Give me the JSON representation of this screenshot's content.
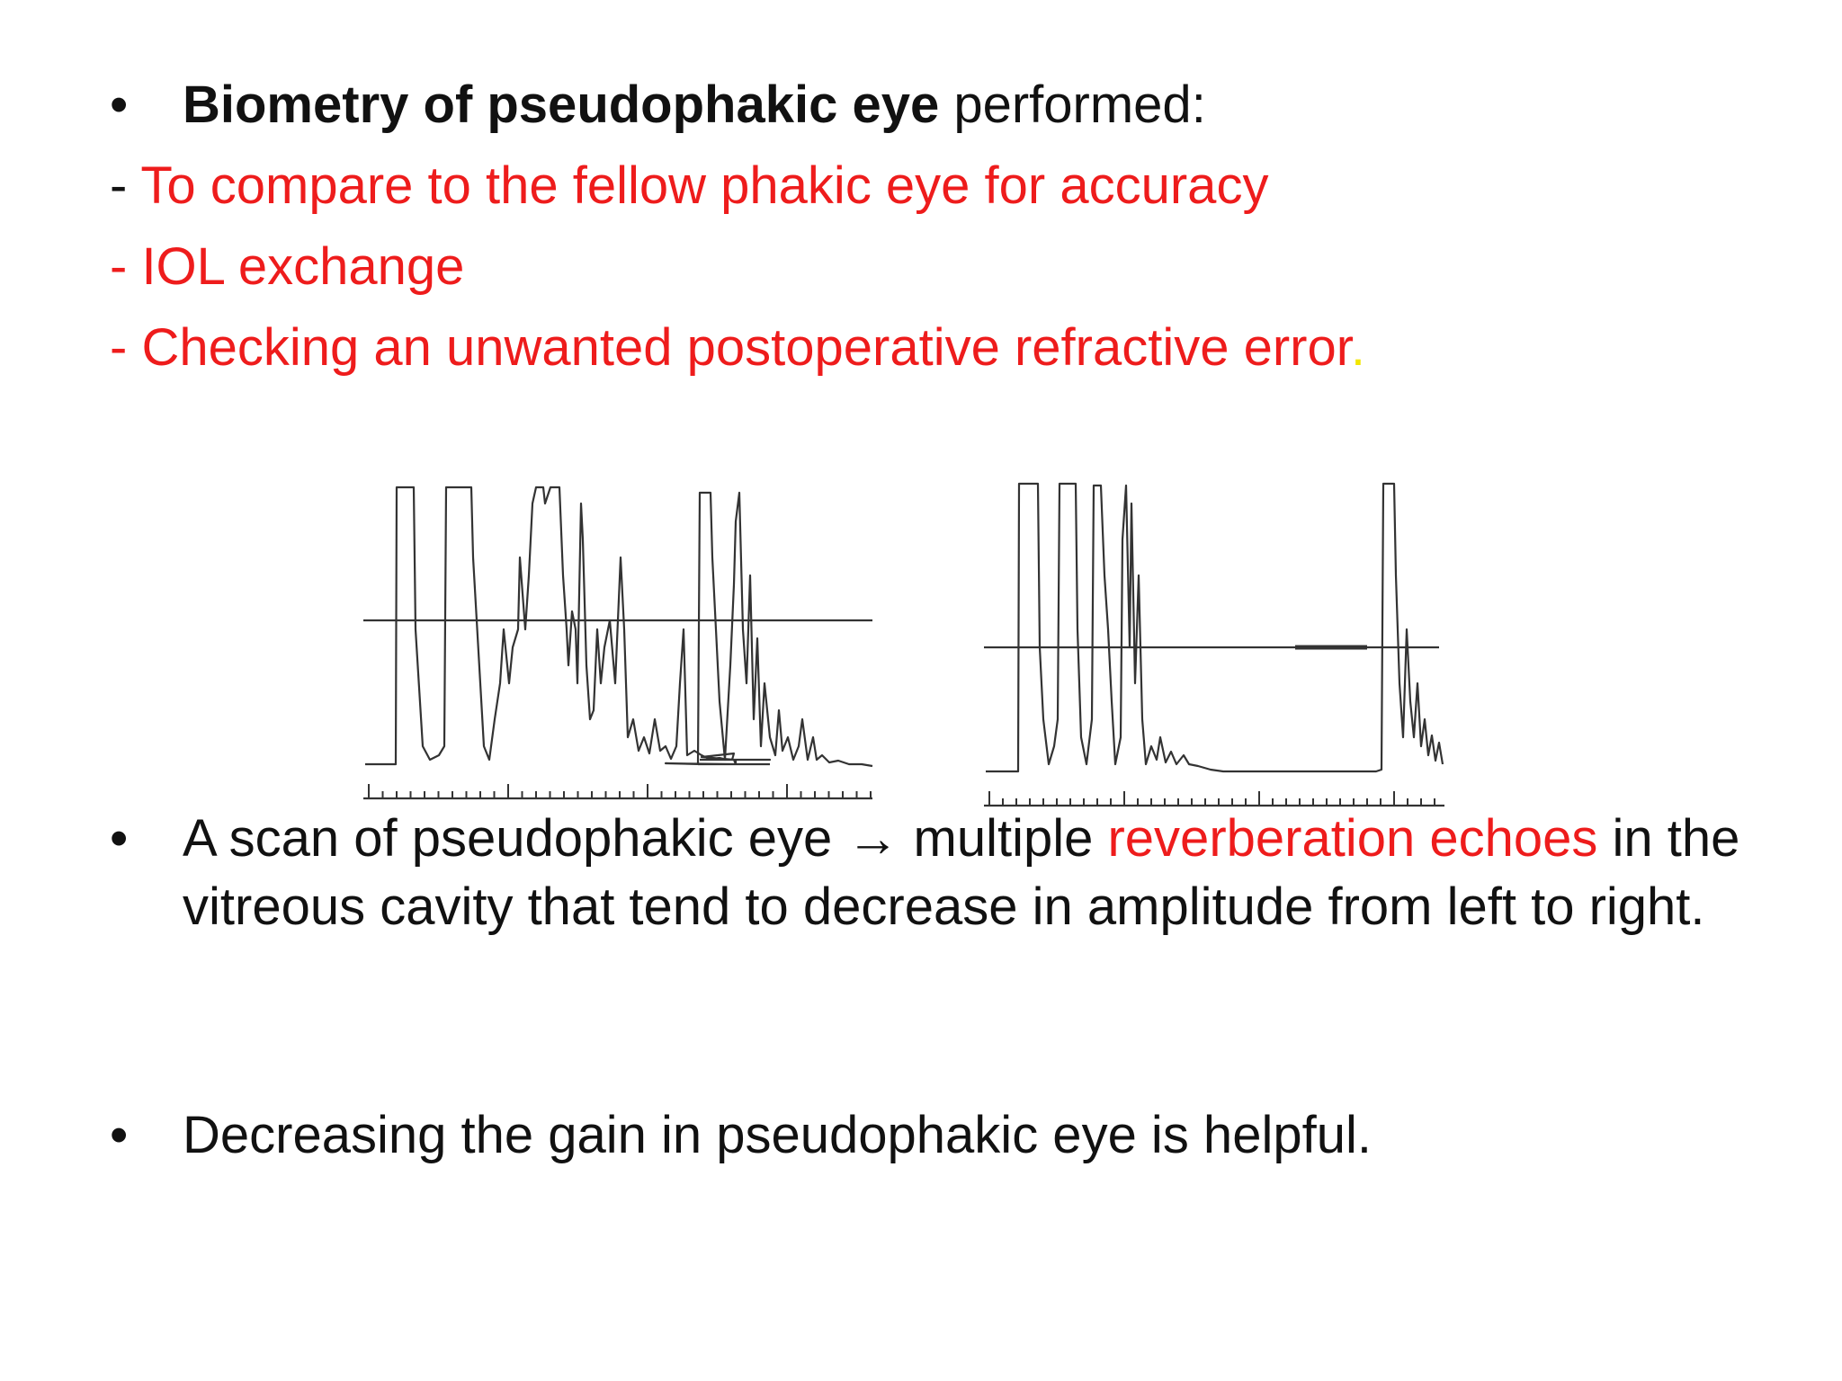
{
  "section1": {
    "bullet": "•",
    "title_bold": "Biometry of pseudophakic eye",
    "title_rest": " performed:",
    "items": [
      {
        "dash": "- ",
        "text": "To compare to the fellow phakic eye for accuracy"
      },
      {
        "dash": "- ",
        "text": "IOL exchange"
      },
      {
        "dash": "- ",
        "text": "Checking an unwanted postoperative refractive error",
        "trail": "."
      }
    ]
  },
  "section2": {
    "bullet": "•",
    "part1": "A scan of pseudophakic eye → multiple ",
    "highlight": "reverberation echoes",
    "part2": " in the vitreous cavity that tend to decrease in amplitude from left to right."
  },
  "section3": {
    "bullet": "•",
    "text": "Decreasing the gain in pseudophakic eye is helpful."
  },
  "colors": {
    "text": "#111111",
    "accent_red": "#ee1c1c",
    "accent_yellow": "#f2e600",
    "trace": "#333333"
  },
  "figure": {
    "icon": "a-scan-waveform-icon"
  }
}
